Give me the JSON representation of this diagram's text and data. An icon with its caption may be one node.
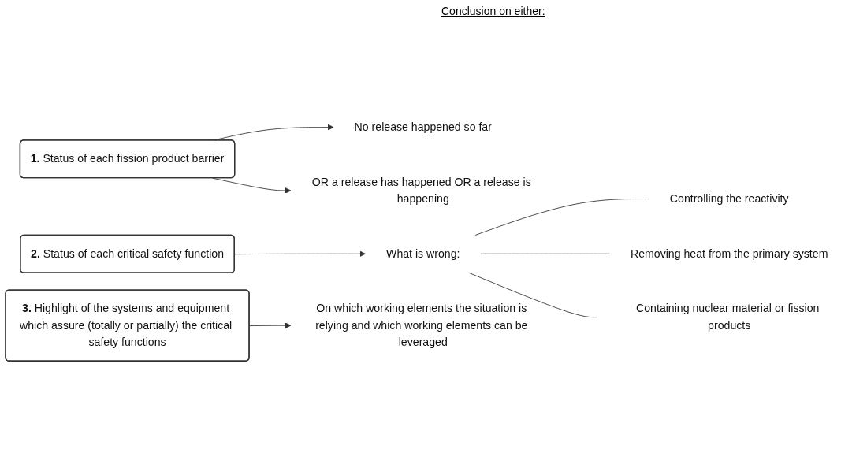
{
  "diagram": {
    "nodes": [
      {
        "text": [
          "**1.** Status of each fission product barrier"
        ]
      },
      {
        "text": [
          "No release happened so far"
        ]
      },
      {
        "text": [
          "OR a release has happened OR a release is happening"
        ]
      },
      {
        "text": [
          "**2.** Status of each critical safety function"
        ]
      },
      {
        "text": [
          "What is wrong:"
        ]
      },
      {
        "text": [
          "Controlling the reactivity"
        ]
      },
      {
        "text": [
          "Removing heat from the primary system"
        ]
      },
      {
        "text": [
          "Containing nuclear material or fission products"
        ]
      },
      {
        "text": [
          "**3.** Highlight of the systems and equipment which assure (totally or partially) the critical safety functions"
        ]
      },
      {
        "text": [
          "On which working elements the situation is relying and which working elements can be leveraged"
        ]
      }
    ],
    "edges": [
      {
        "from": 0,
        "to": 1,
        "arrow": "to"
      },
      {
        "from": 0,
        "to": 2,
        "arrow": "to"
      },
      {
        "from": 3,
        "to": 4,
        "arrow": "to"
      },
      {
        "from": 4,
        "to": 5,
        "arrow": "none"
      },
      {
        "from": 4,
        "to": 6,
        "arrow": "none"
      },
      {
        "from": 4,
        "to": 7,
        "arrow": "none"
      },
      {
        "from": 8,
        "to": 9,
        "arrow": "to"
      }
    ],
    "labels": [
      "Conclusion on either:"
    ]
  }
}
